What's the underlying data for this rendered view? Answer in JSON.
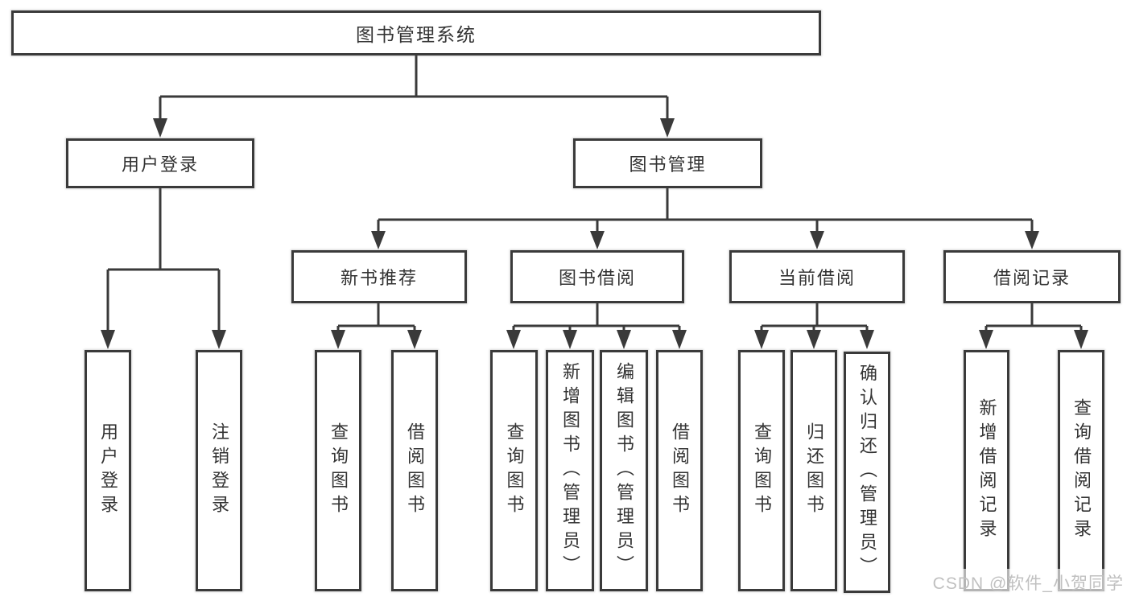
{
  "colors": {
    "line": "#3a3a3a",
    "text": "#333333",
    "watermark": "#c0c0c0"
  },
  "watermark": "CSDN @软件_小贺同学",
  "tree": {
    "root": "图书管理系统",
    "branches": [
      {
        "label": "用户登录",
        "children": [
          "用户登录",
          "注销登录"
        ]
      },
      {
        "label": "图书管理",
        "children": [
          {
            "label": "新书推荐",
            "children": [
              "查询图书",
              "借阅图书"
            ]
          },
          {
            "label": "图书借阅",
            "children": [
              "查询图书",
              "新增图书（管理员）",
              "编辑图书（管理员）",
              "借阅图书"
            ]
          },
          {
            "label": "当前借阅",
            "children": [
              "查询图书",
              "归还图书",
              "确认归还（管理员）"
            ]
          },
          {
            "label": "借阅记录",
            "children": [
              "新增借阅记录",
              "查询借阅记录"
            ]
          }
        ]
      }
    ]
  }
}
